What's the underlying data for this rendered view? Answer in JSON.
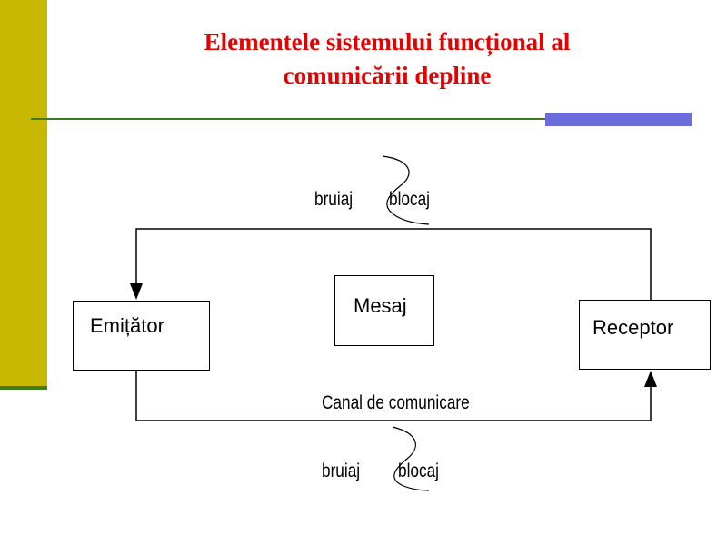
{
  "slide": {
    "title_line1": "Elementele sistemului funcțional al",
    "title_line2": "comunicării depline"
  },
  "diagram": {
    "emitator": "Emițător",
    "mesaj": "Mesaj",
    "receptor": "Receptor",
    "canal": "Canal de comunicare",
    "noise_top": {
      "bruiaj": "bruiaj",
      "blocaj": "blocaj"
    },
    "noise_bottom": {
      "bruiaj": "bruiaj",
      "blocaj": "blocaj"
    }
  },
  "colors": {
    "title": "#e60000",
    "side_bar": "#c8b804",
    "rule_line": "#3f7a1c",
    "rule_accent": "#6b6bdc"
  }
}
